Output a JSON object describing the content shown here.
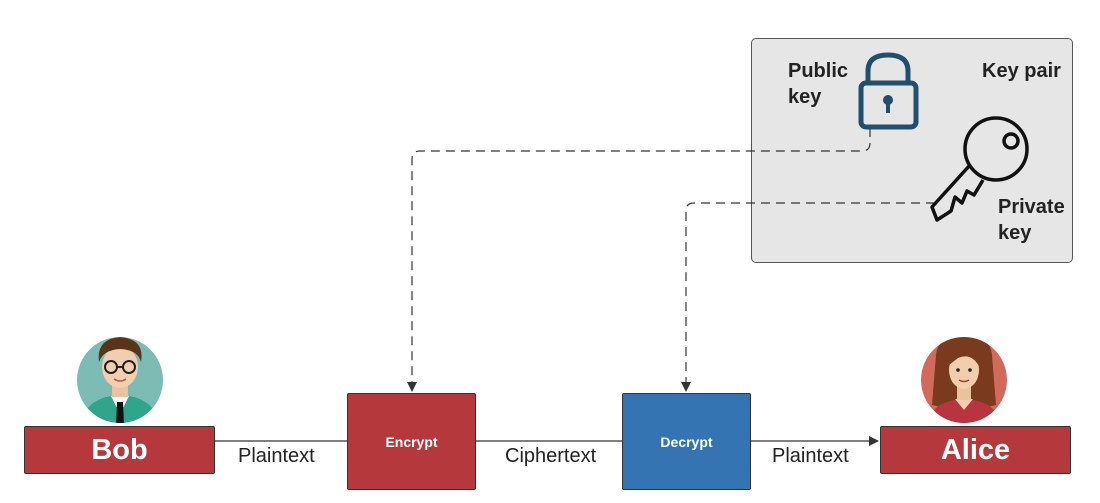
{
  "key_pair": {
    "title": "Key pair",
    "public_key_label": "Public key",
    "private_key_label": "Private key"
  },
  "nodes": {
    "sender": "Bob",
    "encrypt": "Encrypt",
    "decrypt": "Decrypt",
    "receiver": "Alice"
  },
  "flows": {
    "plaintext_in": "Plaintext",
    "ciphertext": "Ciphertext",
    "plaintext_out": "Plaintext"
  },
  "colors": {
    "person_red": "#b5383d",
    "encrypt_red": "#b5383d",
    "decrypt_blue": "#3474b3",
    "lock_blue": "#1f4e6e",
    "panel_gray": "#e6e6e6"
  },
  "icons": {
    "public_key": "padlock-icon",
    "private_key": "key-icon",
    "sender": "bob-avatar-icon",
    "receiver": "alice-avatar-icon"
  }
}
